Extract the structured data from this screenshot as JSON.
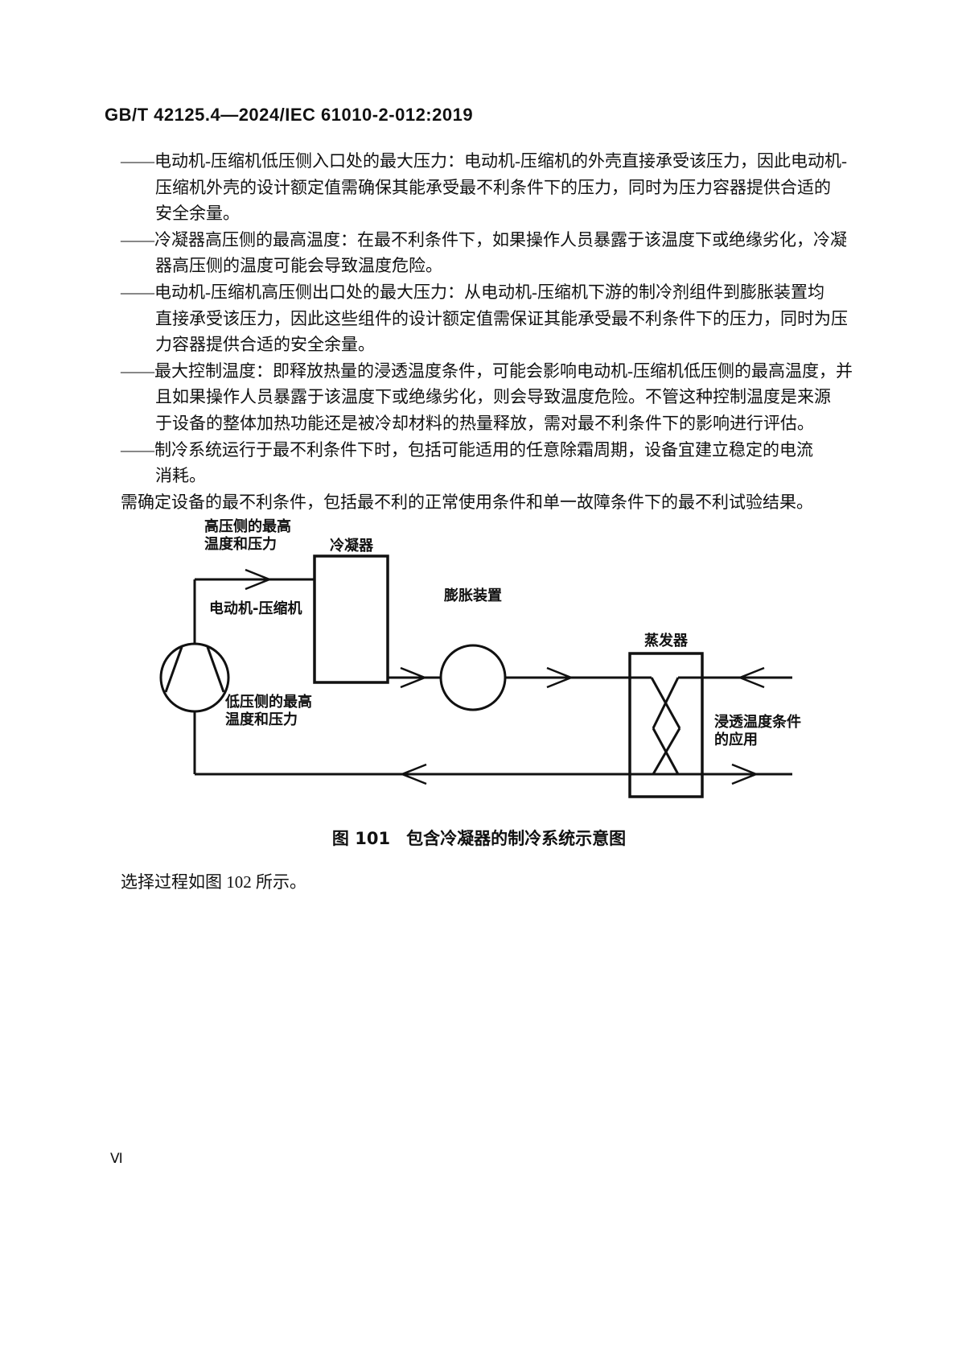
{
  "page": {
    "header": "GB/T 42125.4—2024/IEC 61010-2-012:2019",
    "page_number": "Ⅵ"
  },
  "content": {
    "bullets": [
      {
        "lines": [
          "——电动机-压缩机低压侧入口处的最大压力：电动机-压缩机的外壳直接承受该压力，因此电动机-",
          "压缩机外壳的设计额定值需确保其能承受最不利条件下的压力，同时为压力容器提供合适的",
          "安全余量。"
        ]
      },
      {
        "lines": [
          "——冷凝器高压侧的最高温度：在最不利条件下，如果操作人员暴露于该温度下或绝缘劣化，冷凝",
          "器高压侧的温度可能会导致温度危险。"
        ]
      },
      {
        "lines": [
          "——电动机-压缩机高压侧出口处的最大压力：从电动机-压缩机下游的制冷剂组件到膨胀装置均",
          "直接承受该压力，因此这些组件的设计额定值需保证其能承受最不利条件下的压力，同时为压",
          "力容器提供合适的安全余量。"
        ]
      },
      {
        "lines": [
          "——最大控制温度：即释放热量的浸透温度条件，可能会影响电动机-压缩机低压侧的最高温度，并",
          "且如果操作人员暴露于该温度下或绝缘劣化，则会导致温度危险。不管这种控制温度是来源",
          "于设备的整体加热功能还是被冷却材料的热量释放，需对最不利条件下的影响进行评估。"
        ]
      },
      {
        "lines": [
          "——制冷系统运行于最不利条件下时，包括可能适用的任意除霜周期，设备宜建立稳定的电流",
          "消耗。"
        ]
      }
    ],
    "closing": "需确定设备的最不利条件，包括最不利的正常使用条件和单一故障条件下的最不利试验结果。",
    "after_figure": "选择过程如图 102 所示。"
  },
  "figure": {
    "caption_label": "图 101",
    "caption_title": "包含冷凝器的制冷系统示意图",
    "labels": {
      "high_side_line1": "高压侧的最高",
      "high_side_line2": "温度和压力",
      "condenser": "冷凝器",
      "compressor": "电动机-压缩机",
      "low_side_line1": "低压侧的最高",
      "low_side_line2": "温度和压力",
      "expansion": "膨胀装置",
      "evaporator": "蒸发器",
      "immersion_line1": "浸透温度条件",
      "immersion_line2": "的应用"
    }
  }
}
